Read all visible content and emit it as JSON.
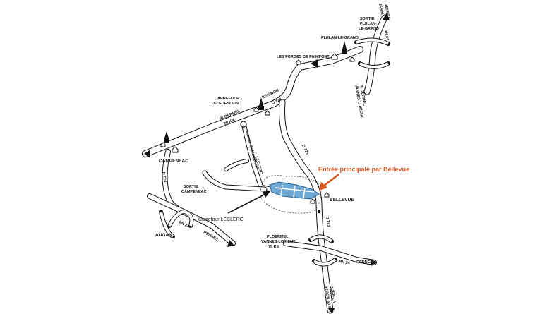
{
  "colors": {
    "accent": "#d9541e",
    "site": "#6fa9d6",
    "site_stroke": "#2e5f8c",
    "ink": "#111111"
  },
  "labels": {
    "entrance": "Entrée principale par Bellevue",
    "carrefour_leclerc": "Carrefour LECLERC",
    "bellevue": "BELLEVUE",
    "campeneac": "CAMPENEAC",
    "sortie_campeneac_1": "SORTIE",
    "sortie_campeneac_2": "CAMPENEAC",
    "augan": "AUGAN",
    "rn24": "RN 24",
    "rn24_b": "RN 24",
    "rn24_c": "RN 24",
    "rennes_sw": "RENNES",
    "rennes_se": "RENNES",
    "ploermel_se_1": "PLOERMEL",
    "ploermel_se_2": "VANNES-LORIENT",
    "ploermel_se_3": "75 KM",
    "guer_1": "GUER-LA",
    "guer_2": "REDON 30 KM",
    "d773_n": "D 773",
    "d773_s": "D 773",
    "d724": "D 724",
    "beignon": "BEIGNON",
    "carrefour_guesclin_1": "CARREFOUR",
    "carrefour_guesclin_2": "DU GUESCLIN",
    "ploermel_w_1": "PLOERMEL",
    "ploermel_w_2": "20 KM",
    "forges": "LES FORGES DE PAIMPONT",
    "plelan": "PLELAN-LE-GRAND",
    "sortie_plelan_1": "SORTIE",
    "sortie_plelan_2": "PLELAN-",
    "sortie_plelan_3": "LE-GRAND",
    "rennes_ne_1": "RENNES",
    "rennes_ne_2": "35 KM",
    "ploermel_ne_1": "PLOERMEL",
    "ploermel_ne_2": "VANNES-LORIENT",
    "d724_w": "D 724",
    "avenue_leclerc": "LECLERC",
    "avenue_marechal": "Avenue du Maréchal"
  }
}
